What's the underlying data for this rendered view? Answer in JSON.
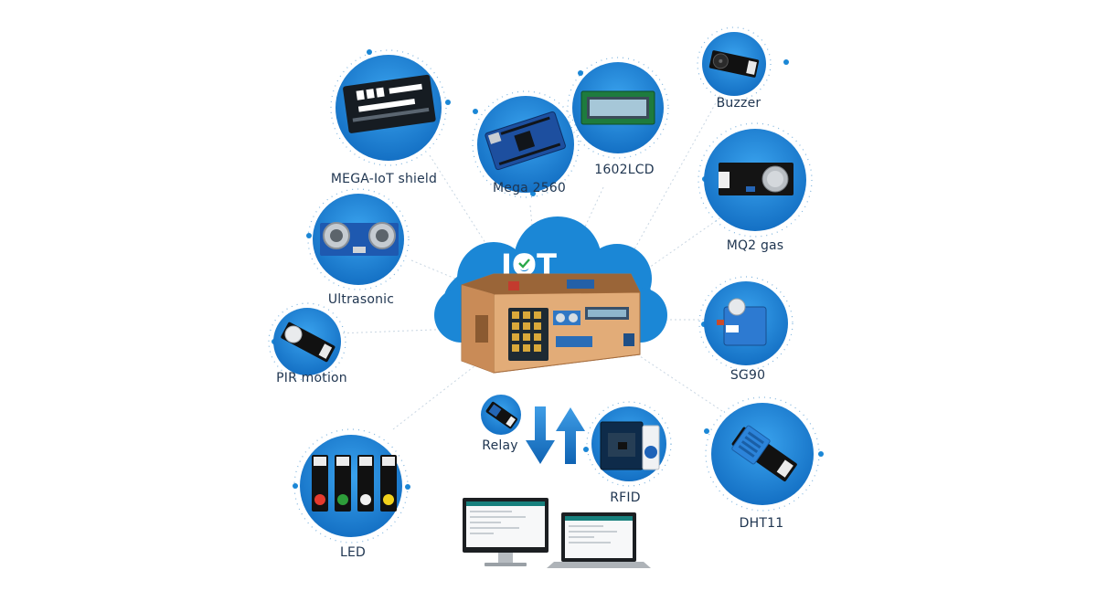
{
  "hub": {
    "title": "IOT"
  },
  "modules": {
    "mega_iot_shield": {
      "label": "MEGA-IoT shield",
      "icon": "shield-board-icon"
    },
    "mega_2560": {
      "label": "Mega 2560",
      "icon": "microcontroller-board-icon"
    },
    "lcd_1602": {
      "label": "1602LCD",
      "icon": "lcd-display-icon"
    },
    "buzzer": {
      "label": "Buzzer",
      "icon": "buzzer-module-icon"
    },
    "mq2_gas": {
      "label": "MQ2 gas",
      "icon": "gas-sensor-icon"
    },
    "ultrasonic": {
      "label": "Ultrasonic",
      "icon": "ultrasonic-sensor-icon"
    },
    "pir_motion": {
      "label": "PIR motion",
      "icon": "pir-sensor-icon"
    },
    "sg90": {
      "label": "SG90",
      "icon": "servo-motor-icon"
    },
    "led": {
      "label": "LED",
      "icon": "led-modules-icon"
    },
    "relay": {
      "label": "Relay",
      "icon": "relay-module-icon"
    },
    "rfid": {
      "label": "RFID",
      "icon": "rfid-reader-icon"
    },
    "dht11": {
      "label": "DHT11",
      "icon": "humidity-sensor-icon"
    }
  },
  "colors": {
    "circle": "#1b87d6",
    "circle_dark": "#0f5fa8",
    "label": "#1f3550",
    "arrow": "#1e7fd0"
  }
}
